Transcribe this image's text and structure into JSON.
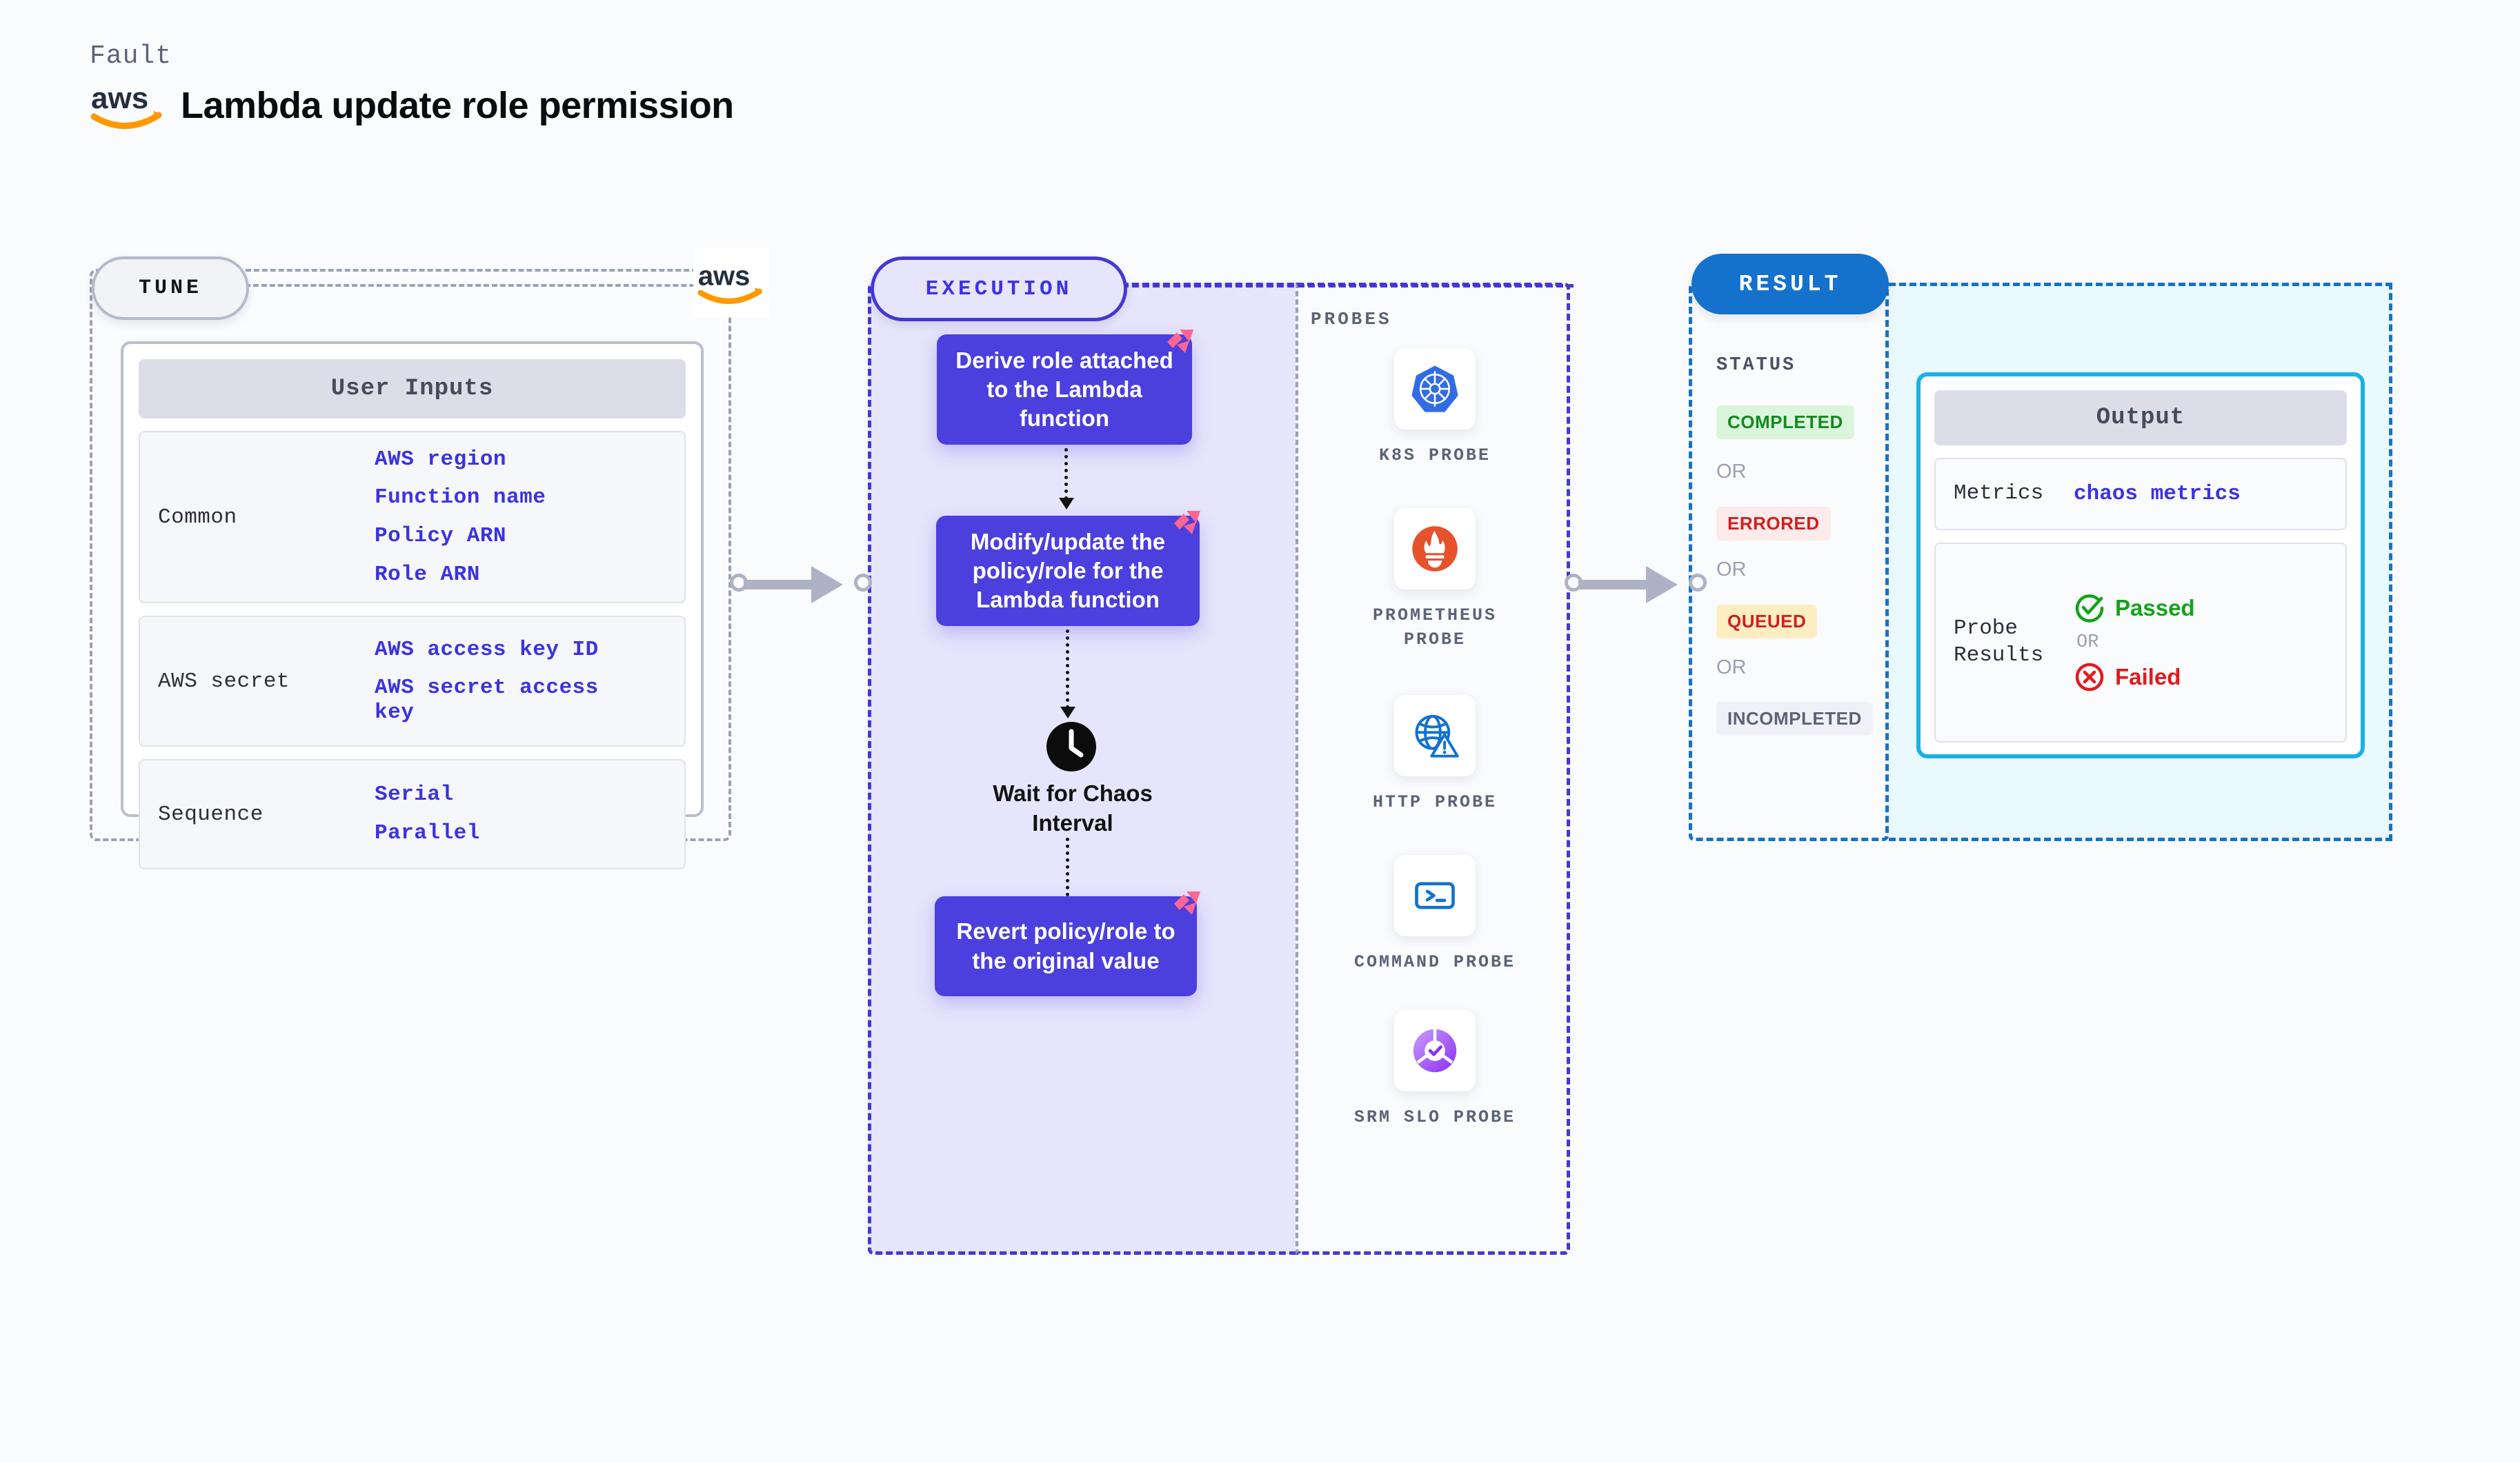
{
  "header": {
    "fault_label": "Fault",
    "title": "Lambda update role permission",
    "logo": "aws-logo"
  },
  "tune": {
    "pill_label": "TUNE",
    "provider_logo": "aws-logo",
    "card_title": "User Inputs",
    "groups": [
      {
        "label": "Common",
        "values": [
          "AWS region",
          "Function name",
          "Policy ARN",
          "Role ARN"
        ]
      },
      {
        "label": "AWS secret",
        "values": [
          "AWS access key ID",
          "AWS secret access key"
        ]
      },
      {
        "label": "Sequence",
        "values": [
          "Serial",
          "Parallel"
        ]
      }
    ]
  },
  "execution": {
    "pill_label": "EXECUTION",
    "steps": [
      {
        "text": "Derive role attached to the Lambda function",
        "badge": "litmus-chaos-icon"
      },
      {
        "text": "Modify/update the policy/role for the Lambda function",
        "badge": "litmus-chaos-icon"
      },
      {
        "text": "Wait for Chaos Interval",
        "badge": "clock-icon"
      },
      {
        "text": "Revert policy/role to the original value",
        "badge": "litmus-chaos-icon"
      }
    ]
  },
  "probes": {
    "title": "PROBES",
    "items": [
      {
        "label": "K8S PROBE",
        "icon": "kubernetes-icon"
      },
      {
        "label": "PROMETHEUS PROBE",
        "icon": "prometheus-icon"
      },
      {
        "label": "HTTP PROBE",
        "icon": "http-globe-icon"
      },
      {
        "label": "COMMAND PROBE",
        "icon": "terminal-icon"
      },
      {
        "label": "SRM SLO PROBE",
        "icon": "srm-slo-icon"
      }
    ]
  },
  "result": {
    "pill_label": "RESULT",
    "status_title": "STATUS",
    "or_label": "OR",
    "statuses": [
      {
        "label": "COMPLETED",
        "bg": "#dbf5dd",
        "fg": "#128a1e"
      },
      {
        "label": "ERRORED",
        "bg": "#fdeaea",
        "fg": "#d01f1f"
      },
      {
        "label": "QUEUED",
        "bg": "#fdeec2",
        "fg": "#cf2020"
      },
      {
        "label": "INCOMPLETED",
        "bg": "#f0f1f7",
        "fg": "#5b6376"
      }
    ],
    "output": {
      "card_title": "Output",
      "metrics_label": "Metrics",
      "metrics_value": "chaos metrics",
      "probe_results_label": "Probe Results",
      "passed_label": "Passed",
      "failed_label": "Failed",
      "or_label": "OR",
      "passed_color": "#14a31a",
      "failed_color": "#e01b1b"
    }
  },
  "colors": {
    "accent_purple": "#4338d4",
    "accent_blue": "#1472cc",
    "accent_cyan": "#19b1e8",
    "flow_box": "#4b3fdd",
    "litmus_pink": "#fc6693",
    "aws_orange": "#ff9900"
  }
}
